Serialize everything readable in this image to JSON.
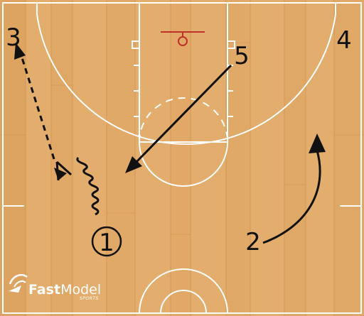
{
  "diagram": {
    "players": [
      {
        "id": "p1",
        "label": "1",
        "circled": true
      },
      {
        "id": "p2",
        "label": "2",
        "circled": false
      },
      {
        "id": "p3",
        "label": "3",
        "circled": false
      },
      {
        "id": "p4",
        "label": "4",
        "circled": false
      },
      {
        "id": "p5",
        "label": "5",
        "circled": false
      }
    ],
    "actions": [
      {
        "type": "dribble",
        "from": "1",
        "description": "dribble"
      },
      {
        "type": "pass",
        "from": "1",
        "to": "3"
      },
      {
        "type": "cut",
        "from": "5"
      },
      {
        "type": "cut",
        "from": "2"
      }
    ]
  },
  "brand": {
    "name_fast": "Fast",
    "name_model": "Model",
    "tagline": "SPORTS"
  },
  "colors": {
    "court_wood": "#e3ad6d",
    "court_lines": "#ffffff",
    "rim": "#c0302a",
    "ink": "#111111"
  }
}
